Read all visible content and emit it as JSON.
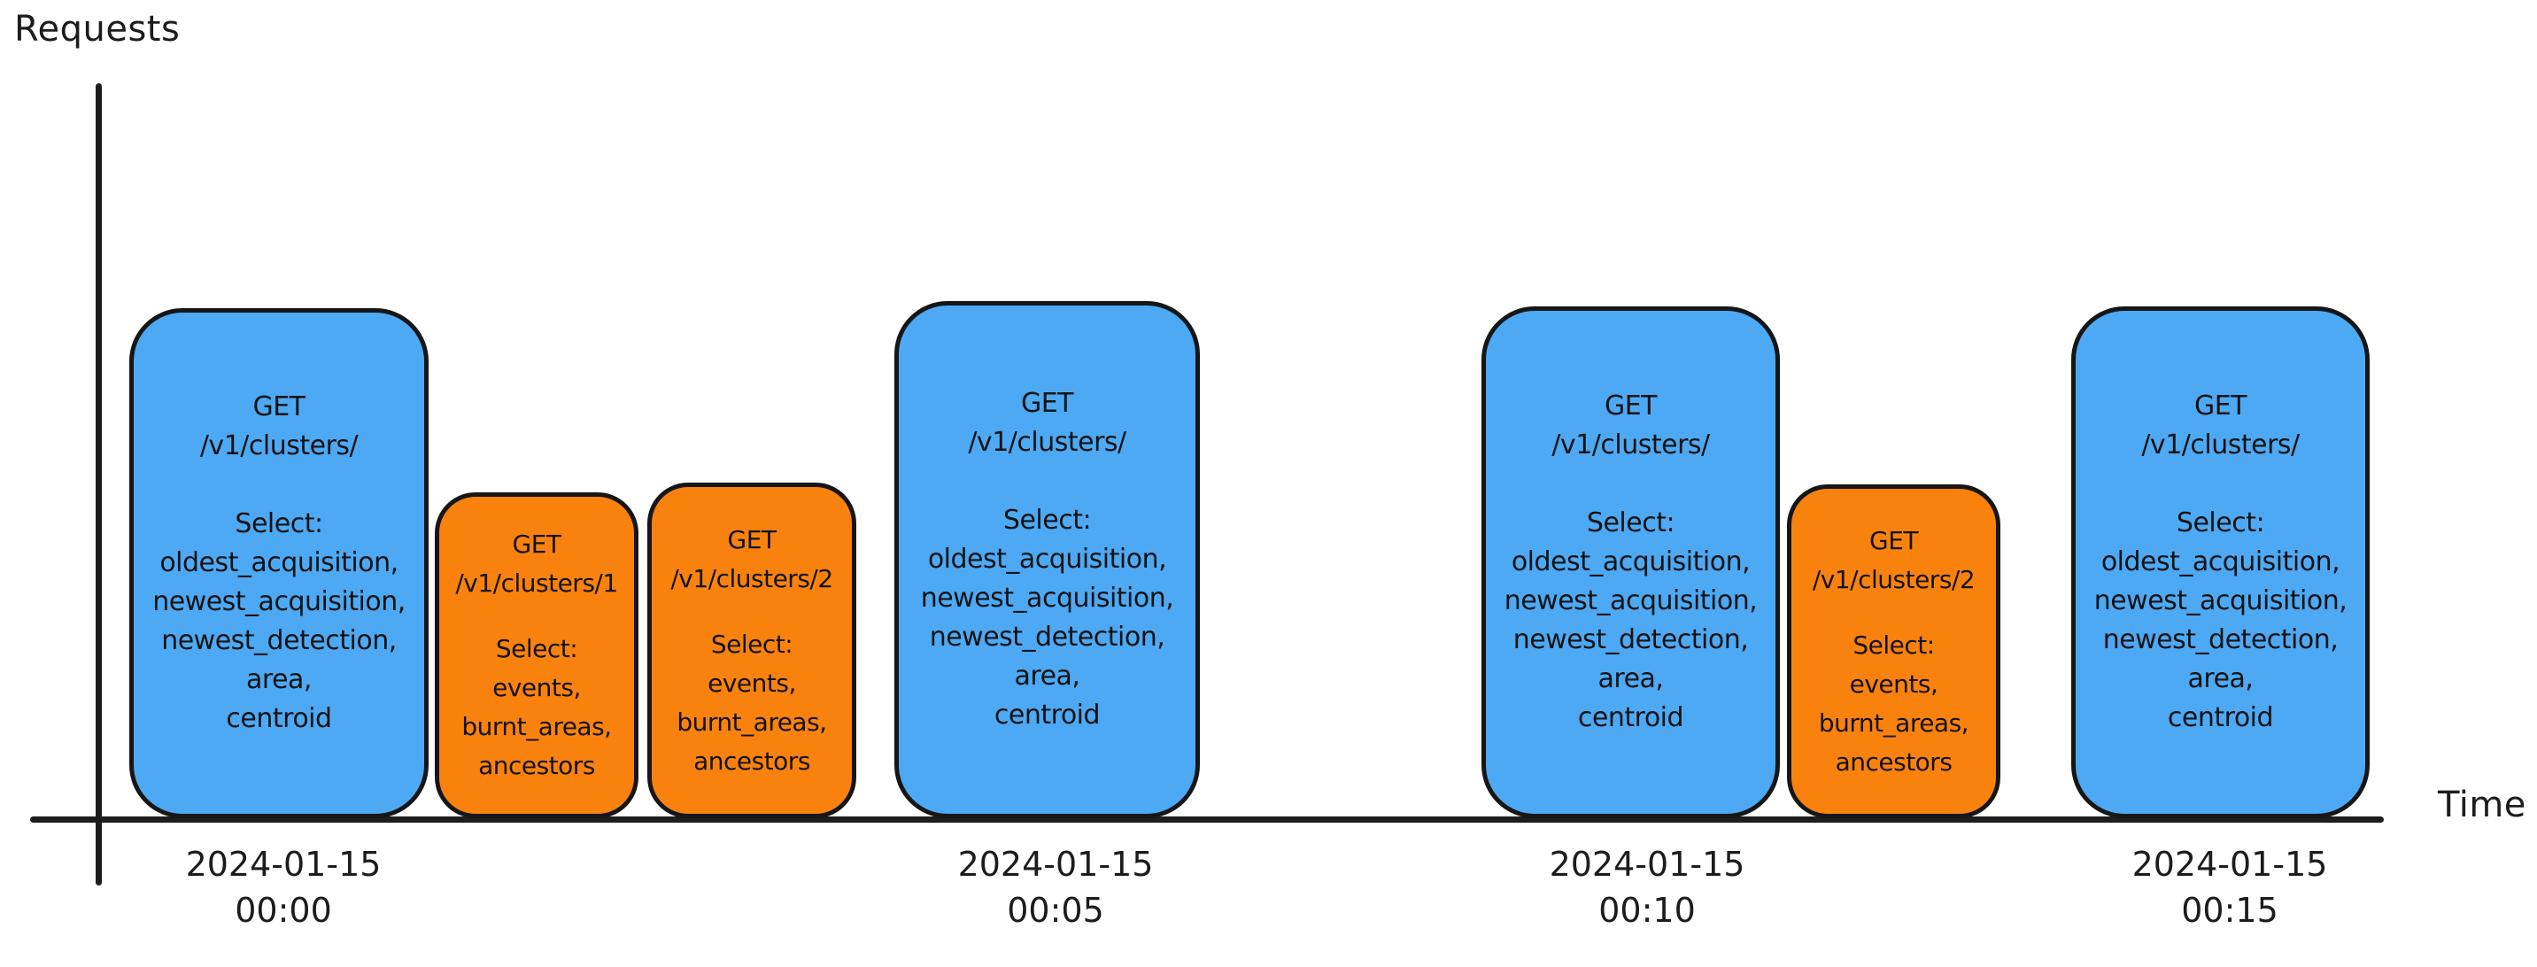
{
  "figure": {
    "y_axis_label": "Requests",
    "x_axis_label": "Time"
  },
  "colors": {
    "blue_fill": "#4da9f4",
    "orange_fill": "#f9820f",
    "outline": "#161616",
    "axis": "#1d1d1d"
  },
  "requests": [
    {
      "kind": "cluster-list",
      "method": "GET",
      "path": "/v1/clusters/",
      "select_label": "Select:",
      "fields": [
        "oldest_acquisition,",
        "newest_acquisition,",
        "newest_detection,",
        "area,",
        "centroid"
      ]
    },
    {
      "kind": "cluster-detail",
      "method": "GET",
      "path": "/v1/clusters/1",
      "select_label": "Select:",
      "fields": [
        "events,",
        "burnt_areas,",
        "ancestors"
      ]
    },
    {
      "kind": "cluster-detail",
      "method": "GET",
      "path": "/v1/clusters/2",
      "select_label": "Select:",
      "fields": [
        "events,",
        "burnt_areas,",
        "ancestors"
      ]
    },
    {
      "kind": "cluster-list",
      "method": "GET",
      "path": "/v1/clusters/",
      "select_label": "Select:",
      "fields": [
        "oldest_acquisition,",
        "newest_acquisition,",
        "newest_detection,",
        "area,",
        "centroid"
      ]
    },
    {
      "kind": "cluster-list",
      "method": "GET",
      "path": "/v1/clusters/",
      "select_label": "Select:",
      "fields": [
        "oldest_acquisition,",
        "newest_acquisition,",
        "newest_detection,",
        "area,",
        "centroid"
      ]
    },
    {
      "kind": "cluster-detail",
      "method": "GET",
      "path": "/v1/clusters/2",
      "select_label": "Select:",
      "fields": [
        "events,",
        "burnt_areas,",
        "ancestors"
      ]
    },
    {
      "kind": "cluster-list",
      "method": "GET",
      "path": "/v1/clusters/",
      "select_label": "Select:",
      "fields": [
        "oldest_acquisition,",
        "newest_acquisition,",
        "newest_detection,",
        "area,",
        "centroid"
      ]
    }
  ],
  "time_ticks": [
    {
      "date": "2024-01-15",
      "time": "00:00"
    },
    {
      "date": "2024-01-15",
      "time": "00:05"
    },
    {
      "date": "2024-01-15",
      "time": "00:10"
    },
    {
      "date": "2024-01-15",
      "time": "00:15"
    }
  ]
}
